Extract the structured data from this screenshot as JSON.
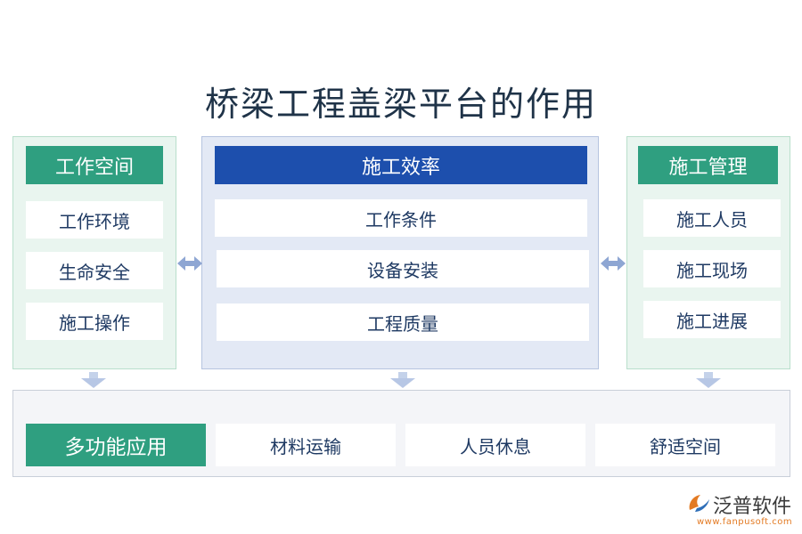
{
  "title": "桥梁工程盖梁平台的作用",
  "left_panel": {
    "header": "工作空间",
    "items": [
      "工作环境",
      "生命安全",
      "施工操作"
    ]
  },
  "middle_panel": {
    "header": "施工效率",
    "items": [
      "工作条件",
      "设备安装",
      "工程质量"
    ]
  },
  "right_panel": {
    "header": "施工管理",
    "items": [
      "施工人员",
      "施工现场",
      "施工进展"
    ]
  },
  "bottom_panel": {
    "header": "多功能应用",
    "items": [
      "材料运输",
      "人员休息",
      "舒适空间"
    ]
  },
  "logo": {
    "name": "泛普软件",
    "url": "www.fanpusoft.com"
  },
  "colors": {
    "green_header": "#2f9f80",
    "blue_header": "#1d4fad",
    "item_text": "#1f3a63",
    "title_text": "#1f3348"
  }
}
